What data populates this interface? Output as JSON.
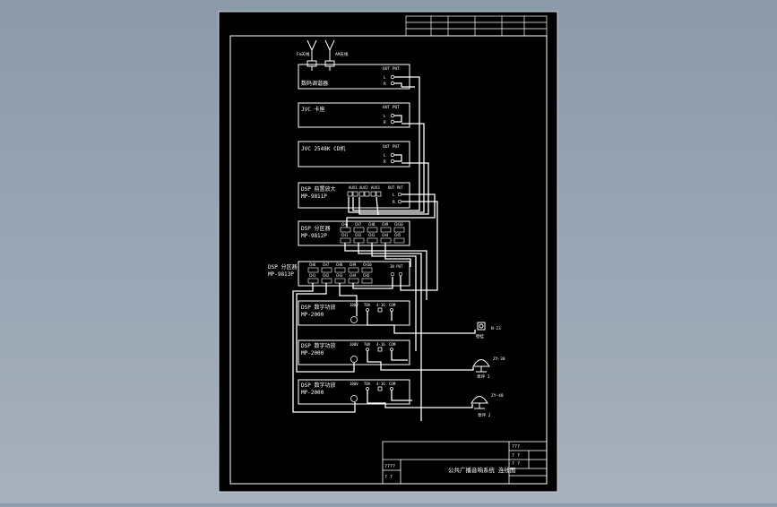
{
  "colors": {
    "viewport_bg": "#97a3b1",
    "sheet_bg": "#000000",
    "line": "#ffffff"
  },
  "antennas": {
    "left_label": "Fm天线",
    "right_label": "AM天线"
  },
  "devices": [
    {
      "id": "tuner",
      "title": "数码调谐器",
      "model": "",
      "out_header": "OUT PUT",
      "ch_l": "L",
      "ch_r": "R"
    },
    {
      "id": "tape",
      "title": "JVC 卡座",
      "model": "",
      "out_header": "OUT PUT",
      "ch_l": "L",
      "ch_r": "R"
    },
    {
      "id": "cd",
      "title": "JVC 2548K CD机",
      "model": "",
      "out_header": "OUT PUT",
      "ch_l": "L",
      "ch_r": "R"
    },
    {
      "id": "mixer",
      "title": "DSP 前置放大",
      "model": "MP-9811P",
      "inputs": [
        "AUX1",
        "AUX2",
        "AUX3"
      ],
      "out_header": "OUT PUT",
      "ch_l": "L",
      "ch_r": "R"
    },
    {
      "id": "zone1",
      "title": "DSP 分区器",
      "model": "MP-9812P",
      "channels_top": [
        "CH6",
        "CH7",
        "CH8",
        "CH9",
        "CH10"
      ],
      "channels_bottom": [
        "CH1",
        "CH2",
        "CH3",
        "CH4",
        "CH5"
      ]
    },
    {
      "id": "zone2",
      "title": "DSP 分区器",
      "model": "MP-9813P",
      "channels_top": [
        "CH6",
        "CH7",
        "CH8",
        "CH9",
        "CH10"
      ],
      "channels_bottom": [
        "CH1",
        "CH2",
        "CH3",
        "CH4",
        "CH5"
      ],
      "in_header": "IN PUT"
    },
    {
      "id": "amp1",
      "title": "DSP 数字功放",
      "model": "MP-2000",
      "terms": [
        "100V",
        "70V",
        "4-16",
        "COM"
      ]
    },
    {
      "id": "amp2",
      "title": "DSP 数字功放",
      "model": "MP-2000",
      "terms": [
        "100V",
        "70V",
        "4-16",
        "COM"
      ]
    },
    {
      "id": "amp3",
      "title": "DSP 数字功放",
      "model": "MP-2000",
      "terms": [
        "100V",
        "70V",
        "4-16",
        "COM"
      ]
    }
  ],
  "speakers": [
    {
      "code": "N-23",
      "label": "壁挂"
    },
    {
      "code": "ZY-38",
      "label": "草坪 1"
    },
    {
      "code": "ZY-48",
      "label": "草坪 2"
    }
  ],
  "title_block": {
    "right_top": "???",
    "right_q1": "? ?",
    "right_q2": "? ?",
    "left_bottom": "????",
    "left_q": "? ?",
    "drawing_title": "公共广播音响系统 连线图"
  }
}
